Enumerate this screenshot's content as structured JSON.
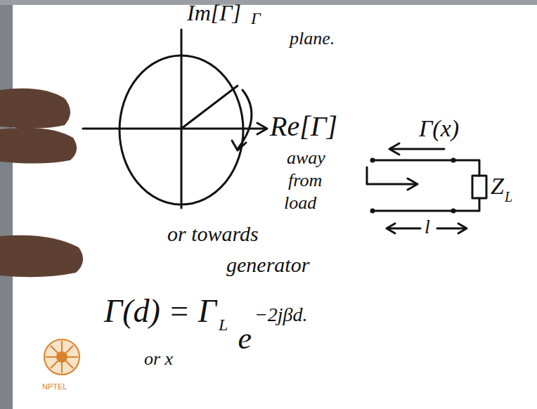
{
  "diagram": {
    "labels": [
      "Im[Γ]",
      "Γ",
      "plane.",
      "Re[Γ]",
      "Γ(x)",
      "away",
      "from",
      "load",
      "Z",
      "L",
      "l",
      "or towards",
      "generator",
      "Γ(d) = Γ",
      "L",
      "e",
      "−2jβd.",
      "or x",
      "NPTEL"
    ]
  }
}
